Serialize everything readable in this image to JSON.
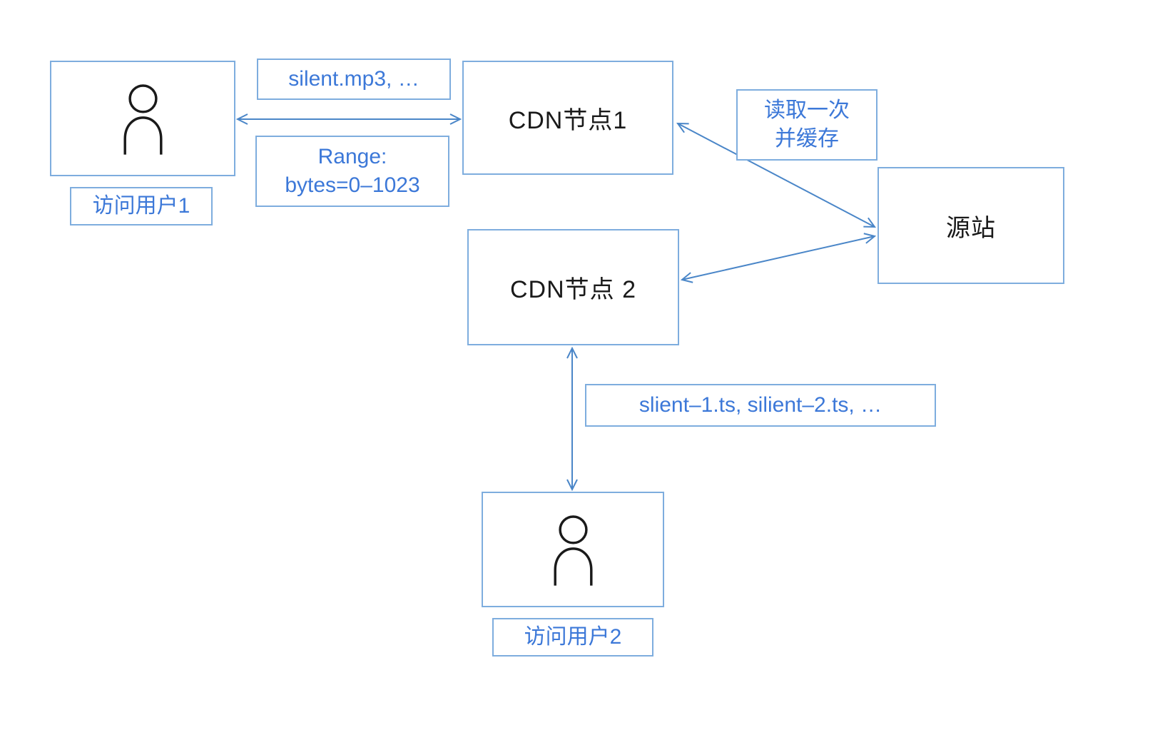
{
  "nodes": {
    "user1": {
      "label": "访问用户1"
    },
    "cdn1": {
      "label": "CDN节点1"
    },
    "cdn2": {
      "label": "CDN节点 2"
    },
    "origin": {
      "label": "源站"
    },
    "user2": {
      "label": "访问用户2"
    }
  },
  "annotations": {
    "request_file": "silent.mp3, …",
    "range_header_line1": "Range:",
    "range_header_line2": "bytes=0–1023",
    "cache_note_line1": "读取一次",
    "cache_note_line2": "并缓存",
    "segment_files": "slient–1.ts, silient–2.ts, …"
  },
  "colors": {
    "box_border": "#7EADDE",
    "annotation_text": "#3C78D8",
    "arrow": "#4A86C8",
    "node_text": "#1A1A1A",
    "icon_stroke": "#1A1A1A",
    "background": "#FFFFFF"
  }
}
